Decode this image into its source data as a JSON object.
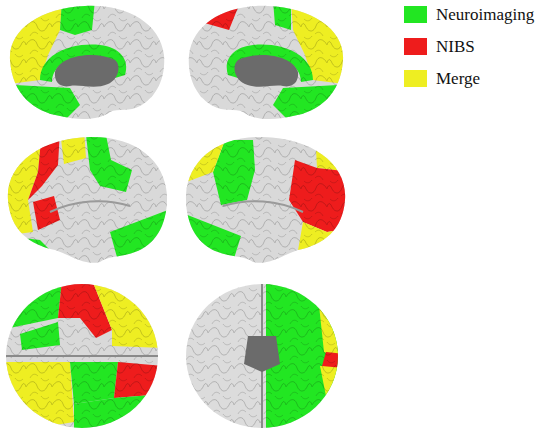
{
  "diagram": {
    "legend": [
      {
        "text": "Neuroimaging",
        "color": "#22e622"
      },
      {
        "text": "NIBS",
        "color": "#ee1c1c"
      },
      {
        "text": "Merge",
        "color": "#eeee22"
      }
    ]
  }
}
